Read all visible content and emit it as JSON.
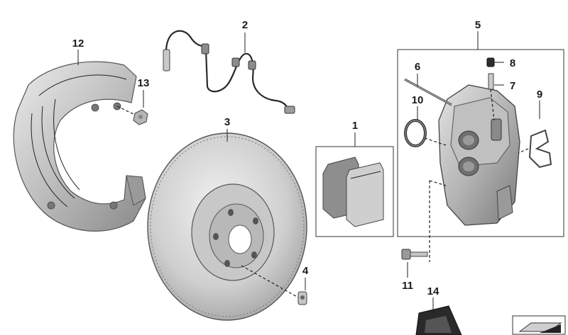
{
  "parts": [
    {
      "number": "1"
    },
    {
      "number": "2"
    },
    {
      "number": "3"
    },
    {
      "number": "4"
    },
    {
      "number": "5"
    },
    {
      "number": "6"
    },
    {
      "number": "7"
    },
    {
      "number": "8"
    },
    {
      "number": "9"
    },
    {
      "number": "10"
    },
    {
      "number": "11"
    },
    {
      "number": "12"
    },
    {
      "number": "13"
    },
    {
      "number": "14"
    }
  ],
  "colors": {
    "metal_light": "#d6d6d6",
    "metal_mid": "#a9a9a9",
    "metal_dark": "#6e6e6e",
    "line": "#222222"
  },
  "icons": {
    "corner": "illustration-key-icon"
  }
}
